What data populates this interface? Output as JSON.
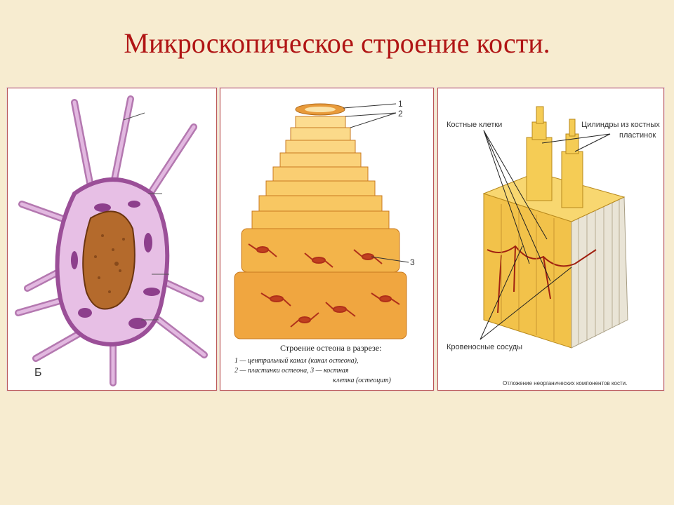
{
  "title": "Микроскопическое строение кости.",
  "panel_cell": {
    "letter": "Б"
  },
  "panel_osteon": {
    "labels": [
      "1",
      "2",
      "3"
    ],
    "caption_title": "Строение остеона в разрезе:",
    "caption_lines": [
      "1 — центральный канал (канал остеона),",
      "2 — пластинки остеона, 3 — костная",
      "клетка (остеоцит)"
    ]
  },
  "panel_block": {
    "label_cells": "Костные клетки",
    "label_cylinders_line1": "Цилиндры из костных",
    "label_cylinders_line2": "пластинок",
    "label_vessels": "Кровеносные сосуды",
    "caption": "Отложение неорганических компонентов кости."
  },
  "colors": {
    "title": "#b01414",
    "background": "#f7ecd0",
    "panel_border": "#bb5555"
  }
}
